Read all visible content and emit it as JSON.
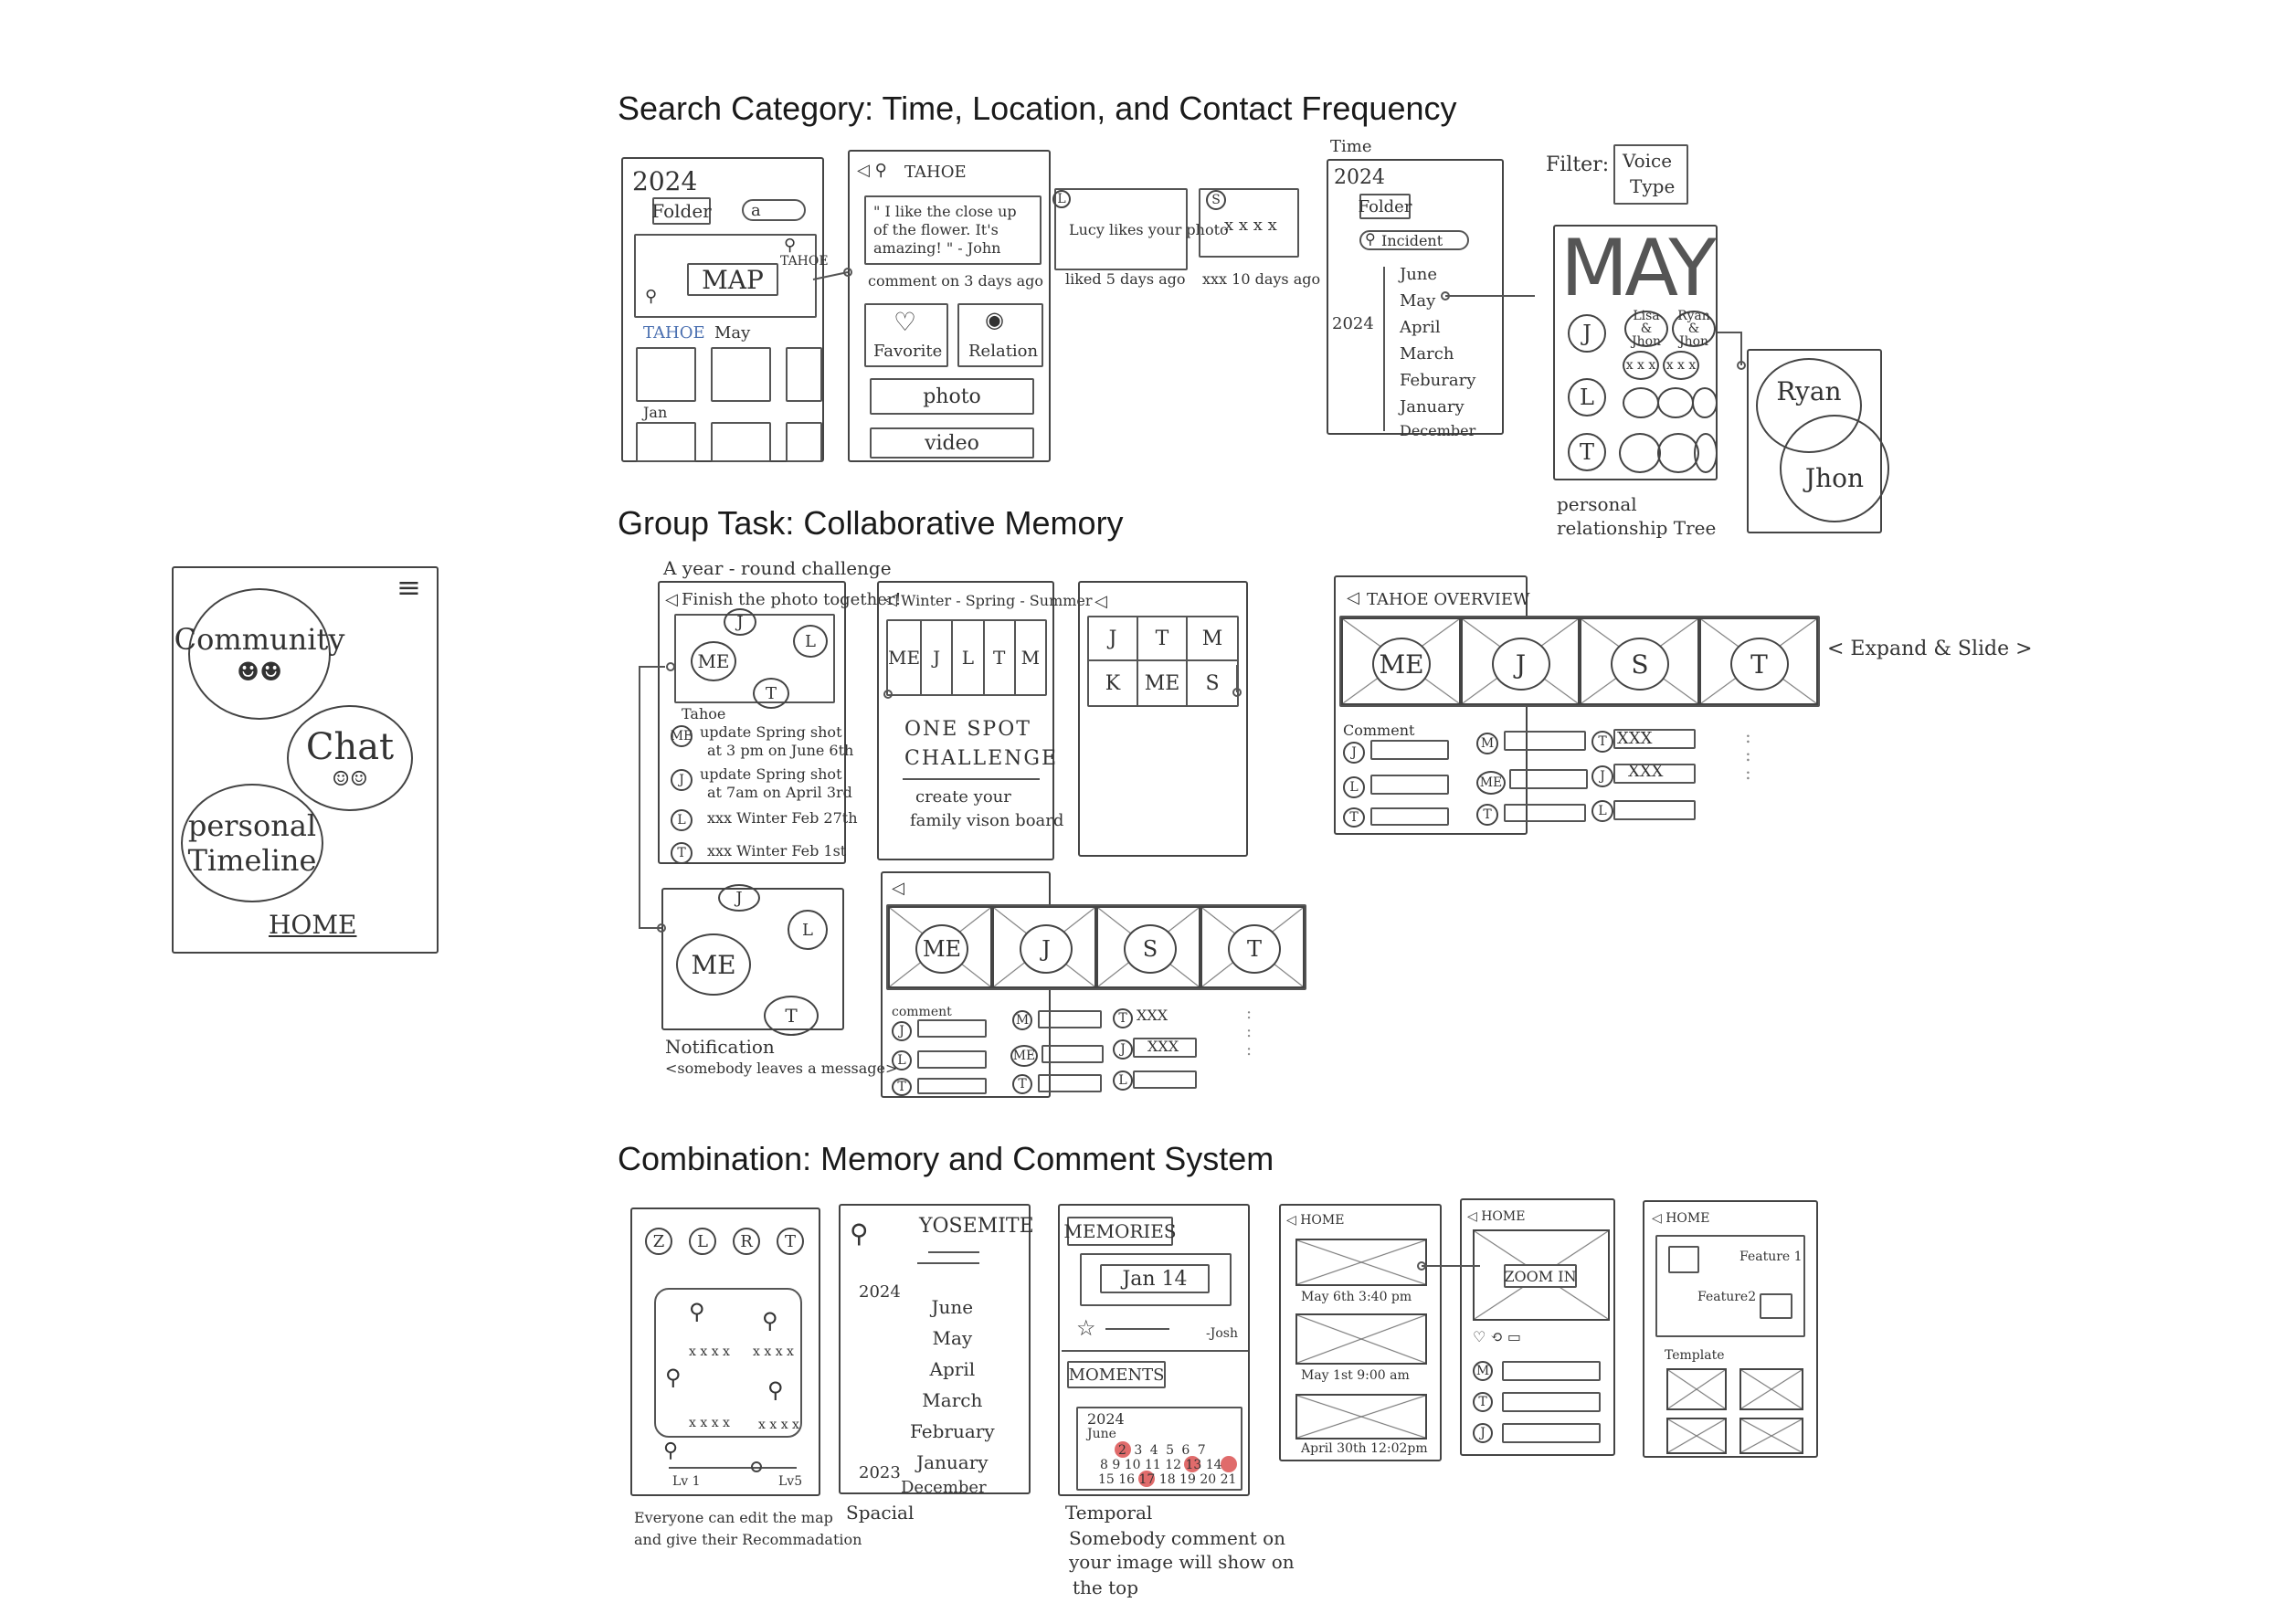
{
  "sections": {
    "search": "Search Category: Time, Location, and Contact Frequency",
    "group": "Group Task: Collaborative Memory",
    "combo": "Combination: Memory and Comment System"
  },
  "home": {
    "community": "Community",
    "chat": "Chat",
    "personal": "personal",
    "timeline": "Timeline",
    "home": "HOME"
  },
  "s1": {
    "year": "2024",
    "folder": "Folder",
    "search_ph": "a",
    "map": "MAP",
    "tahoe_pin": "TAHOE",
    "tahoe": "TAHOE",
    "may": "May",
    "jan": "Jan",
    "loc_title": "TAHOE",
    "quote": "\" I like the close up of the flower. It's amazing! \" - John",
    "comment_meta": "comment on 3 days ago",
    "favorite": "Favorite",
    "relation": "Relation",
    "photo": "photo",
    "video": "video",
    "lucy": "Lucy likes your photo",
    "xxx": "x x x x",
    "liked": "liked 5 days ago",
    "xxx10": "xxx 10 days ago",
    "time_label": "Time",
    "time_year": "2024",
    "time_folder": "Folder",
    "incident": "Incident",
    "months": [
      "June",
      "May",
      "April",
      "March",
      "Feburary",
      "January"
    ],
    "dec": "December",
    "year_side": "2024",
    "filter": "Filter:",
    "voice": "Voice",
    "type": "Type",
    "may_big": "MAY",
    "bub_j": "J",
    "bub_l": "L",
    "bub_t": "T",
    "lisa": "Lisa & Jhon",
    "ryanjhon": "Ryan & Jhon",
    "xxx_s": "x x x",
    "personal_tree": "personal",
    "rel_tree": "relationship Tree",
    "ryan": "Ryan",
    "jhon": "Jhon"
  },
  "s2": {
    "challenge": "A year - round challenge",
    "finish": "Finish the photo together!",
    "me": "ME",
    "j": "J",
    "l": "L",
    "t": "T",
    "tahoe": "Tahoe",
    "u1a": "update Spring shot",
    "u1b": "at 3 pm on June 6th",
    "u2a": "update Spring shot",
    "u2b": "at 7am on April 3rd",
    "u3": "xxx Winter Feb 27th",
    "u4": "xxx Winter Feb 1st",
    "notif": "Notification",
    "notif2": "<somebody leaves a message>",
    "wss": "Winter - Spring - Summer",
    "cols": [
      "ME",
      "J",
      "L",
      "T",
      "M"
    ],
    "one_spot": "ONE SPOT",
    "challenge2": "CHALLENGE",
    "create": "create your",
    "family": "family vison board",
    "grid": [
      "J",
      "T",
      "M",
      "K",
      "ME",
      "S"
    ],
    "tahoe_over": "TAHOE OVERVIEW",
    "expand": "< Expand & Slide >",
    "faces": [
      "ME",
      "J",
      "S",
      "T"
    ],
    "comment": "Comment",
    "comment2": "comment",
    "m": "M",
    "xxx": "XXX"
  },
  "s3": {
    "avatars": [
      "Z",
      "L",
      "R",
      "T"
    ],
    "xxxx": "x x x x",
    "lv1": "Lv 1",
    "lv5": "Lv5",
    "edit1": "Everyone can edit the map",
    "edit2": "and give their Recommadation",
    "yosemite": "YOSEMITE",
    "year24": "2024",
    "months": [
      "June",
      "May",
      "April",
      "March",
      "February",
      "January"
    ],
    "year23": "2023",
    "dec": "December",
    "spacial": "Spacial",
    "memories": "MEMORIES",
    "jan14": "Jan 14",
    "josh": "-Josh",
    "moments": "MOMENTS",
    "cal_year": "2024",
    "cal_month": "June",
    "cal_row1": "2 3 4 5 6 7",
    "cal_row2": "8 9 10 11 12 13 14",
    "cal_row3": "15 16 17 18 19 20 21",
    "temporal": "Temporal",
    "t1": "Somebody comment on",
    "t2": "your image will show on",
    "t3": "the top",
    "home": "HOME",
    "d1": "May 6th 3:40 pm",
    "d2": "May 1st 9:00 am",
    "d3": "April 30th 12:02pm",
    "zoom": "ZOOM IN",
    "f1": "Feature 1",
    "f2": "Feature2",
    "template": "Template"
  }
}
